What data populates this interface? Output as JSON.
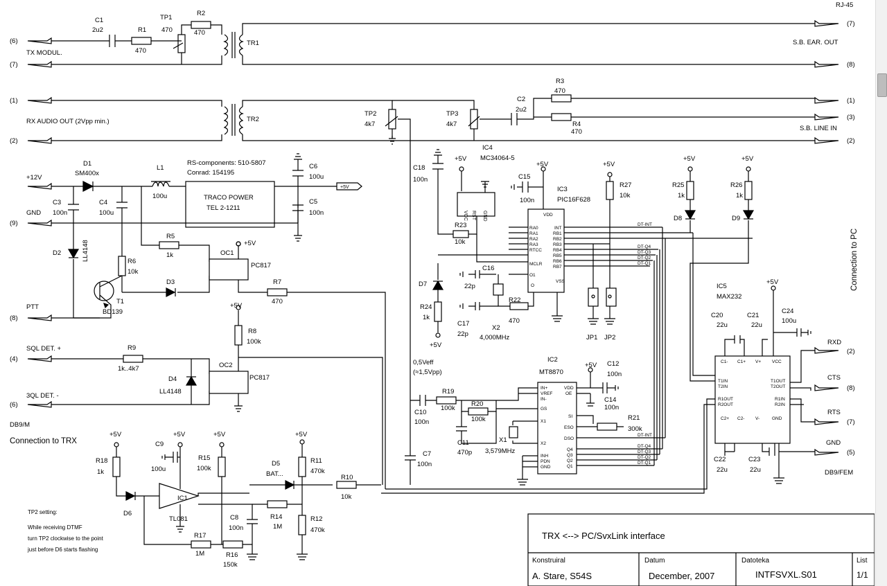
{
  "connectors": {
    "rj45": "RJ-45",
    "tx_modul_pin": "(6)",
    "tx_modul": "TX MODUL.",
    "tx_gnd_pin": "(7)",
    "ear_out_pin": "(7)",
    "ear_out": "S.B. EAR. OUT",
    "ear_gnd_pin": "(8)",
    "rx_audio_pin": "(1)",
    "rx_audio": "RX AUDIO OUT  (2Vpp min.)",
    "rx_gnd_pin": "(2)",
    "line_in_pin1": "(1)",
    "line_in_pin3": "(3)",
    "line_in": "S.B. LINE IN",
    "line_in_pin2": "(2)",
    "p12v": "+12V",
    "gnd": "GND",
    "gnd_pin": "(9)",
    "ptt": "PTT",
    "ptt_pin": "(8)",
    "sql_plus": "SQL DET. +",
    "sql_plus_pin": "(4)",
    "sql_minus": "3QL DET. -",
    "sql_minus_pin": "(6)",
    "db9m": "DB9/M",
    "conn_trx": "Connection to TRX",
    "conn_pc": "Connection to PC",
    "rxd": "RXD",
    "rxd_pin": "(2)",
    "cts": "CTS",
    "cts_pin": "(8)",
    "rts": "RTS",
    "rts_pin": "(7)",
    "gnd2": "GND",
    "gnd2_pin": "(5)",
    "db9f": "DB9/FEM"
  },
  "components": {
    "C1": "C1",
    "C1v": "2u2",
    "R1": "R1",
    "R1v": "470",
    "TP1": "TP1",
    "TP1v": "470",
    "R2": "R2",
    "R2v": "470",
    "TR1": "TR1",
    "TR2": "TR2",
    "TP2": "TP2",
    "TP2v": "4k7",
    "TP3": "TP3",
    "TP3v": "4k7",
    "C2": "C2",
    "C2v": "2u2",
    "R3": "R3",
    "R3v": "470",
    "R4": "R4",
    "R4v": "470",
    "D1": "D1",
    "D1v": "SM400x",
    "L1": "L1",
    "L1v": "100u",
    "rs": "RS-components: 510-5807",
    "conrad": "Conrad: 154195",
    "traco1": "TRACO POWER",
    "traco2": "TEL 2-1211",
    "C6": "C6",
    "C6v": "100u",
    "C5": "C5",
    "C5v": "100n",
    "p5v": "+5V",
    "C3": "C3",
    "C3v": "100n",
    "C4": "C4",
    "C4v": "100u",
    "D2": "D2",
    "D2v": "LL4148",
    "R5": "R5",
    "R5v": "1k",
    "R6": "R6",
    "R6v": "10k",
    "OC1": "OC1",
    "OC1v": "PC817",
    "D3": "D3",
    "R7": "R7",
    "R7v": "470",
    "T1": "T1",
    "T1v": "BD139",
    "R8": "R8",
    "R8v": "100k",
    "R9": "R9",
    "R9v": "1k..4k7",
    "D4": "D4",
    "D4v": "LL4148",
    "OC2": "OC2",
    "OC2v": "PC817",
    "C18": "C18",
    "C18v": "100n",
    "IC4": "IC4",
    "IC4v": "MC34064-5",
    "vcc": "VCC",
    "rst": "RST",
    "gndp": "GND",
    "C15": "C15",
    "C15v": "100n",
    "IC3": "IC3",
    "IC3v": "PIC16F628",
    "R27": "R27",
    "R27v": "10k",
    "R25": "R25",
    "R25v": "1k",
    "R26": "R26",
    "R26v": "1k",
    "D8": "D8",
    "D9": "D9",
    "R23": "R23",
    "R23v": "10k",
    "D7": "D7",
    "C16": "C16",
    "C16v": "22p",
    "C17": "C17",
    "C17v": "22p",
    "X2": "X2",
    "X2v": "4,000MHz",
    "R22": "R22",
    "R22v": "470",
    "R24": "R24",
    "R24v": "1k",
    "JP1": "JP1",
    "JP2": "JP2",
    "IC5": "IC5",
    "IC5v": "MAX232",
    "C20": "C20",
    "C20v": "22u",
    "C21": "C21",
    "C21v": "22u",
    "C24": "C24",
    "C24v": "100u",
    "C22": "C22",
    "C22v": "22u",
    "C23": "C23",
    "C23v": "22u",
    "IC2": "IC2",
    "IC2v": "MT8870",
    "C12": "C12",
    "C12v": "100n",
    "C14": "C14",
    "C14v": "100n",
    "R21": "R21",
    "R21v": "300k",
    "C10": "C10",
    "C10v": "100n",
    "R19": "R19",
    "R19v": "100k",
    "R20": "R20",
    "R20v": "100k",
    "C11": "C11",
    "C11v": "470p",
    "X1": "X1",
    "X1v": "3,579MHz",
    "C7": "C7",
    "C7v": "100n",
    "veff": "0,5Veff",
    "vpp": "(≈1,5Vpp)",
    "R18": "R18",
    "R18v": "1k",
    "C9": "C9",
    "C9v": "100u",
    "R15": "R15",
    "R15v": "100k",
    "IC1": "IC1",
    "IC1v": "TL081",
    "D6": "D6",
    "D5": "D5",
    "D5v": "BAT...",
    "R11": "R11",
    "R11v": "470k",
    "R10": "R10",
    "R10v": "10k",
    "C8": "C8",
    "C8v": "100n",
    "R14": "R14",
    "R14v": "1M",
    "R12": "R12",
    "R12v": "470k",
    "R17": "R17",
    "R17v": "1M",
    "R16": "R16",
    "R16v": "150k"
  },
  "pic_pins": {
    "ra0": "RA0",
    "ra1": "RA1",
    "ra2": "RA2",
    "ra3": "RA3",
    "rtcc": "RTCC",
    "mclr": "MCLR",
    "int": "INT",
    "rb1": "RB1",
    "rb2": "RB2",
    "rb3": "RB3",
    "rb4": "RB4",
    "rb5": "RB5",
    "rb6": "RB6",
    "rb7": "RB7",
    "o1": "O1",
    "o": "O",
    "vdd": "VDD",
    "vss": "VSS"
  },
  "nets": {
    "dtint": "DT-INT",
    "dq4": "DT-Q4",
    "dq3": "DT-Q3",
    "dq2": "DT-Q2",
    "dq1": "DT-Q1"
  },
  "mt_pins": {
    "inp": "IN+",
    "vref": "VREF",
    "inm": "IN-",
    "gs": "GS",
    "x1": "X1",
    "x2": "X2",
    "inh": "INH",
    "pdn": "PDN",
    "gnd": "GND",
    "vdd": "VDD",
    "oe": "OE",
    "si": "SI",
    "eso": "ESO",
    "dso": "DSO",
    "q4": "Q4",
    "q3": "Q3",
    "q2": "Q2",
    "q1": "Q1"
  },
  "max_pins": {
    "t1in": "T1IN",
    "t2in": "T2IN",
    "r1out": "R1OUT",
    "r2out": "R2OUT",
    "t1out": "T1OUT",
    "t2out": "T2OUT",
    "r1in": "R1IN",
    "r2in": "R2IN",
    "c1m": "C1-",
    "c1p": "C1+",
    "vp": "V+",
    "vcc": "VCC",
    "c2p": "C2+",
    "c2m": "C2-",
    "vm": "V-",
    "gnd": "GND"
  },
  "notes": {
    "line1": "TP2 setting:",
    "line2": "While receiving DTMF",
    "line3": "turn TP2 clockwise to the point",
    "line4": "just before D6 starts flashing"
  },
  "title_block": {
    "title": "TRX <--> PC/SvxLink interface",
    "author_label": "Konstruiral",
    "author": "A. Stare, S54S",
    "date_label": "Datum",
    "date": "December, 2007",
    "file_label": "Datoteka",
    "file": "INTFSVXL.S01",
    "sheet_label": "List",
    "sheet": "1/1"
  }
}
